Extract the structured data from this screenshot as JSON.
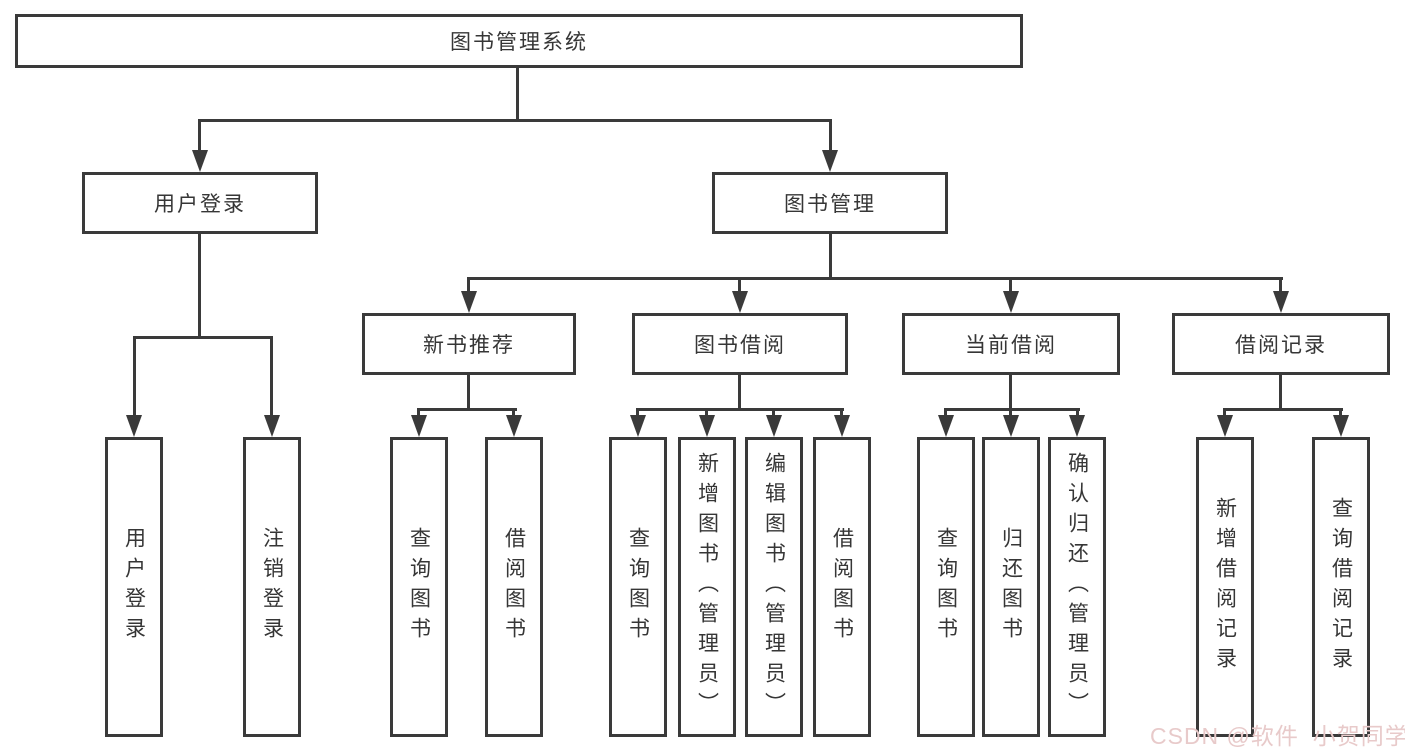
{
  "diagram": {
    "root": {
      "label": "图书管理系统"
    },
    "level2": [
      {
        "label": "用户登录"
      },
      {
        "label": "图书管理"
      }
    ],
    "level3": [
      {
        "label": "新书推荐"
      },
      {
        "label": "图书借阅"
      },
      {
        "label": "当前借阅"
      },
      {
        "label": "借阅记录"
      }
    ],
    "leaves": [
      {
        "label": "用户登录"
      },
      {
        "label": "注销登录"
      },
      {
        "label": "查询图书"
      },
      {
        "label": "借阅图书"
      },
      {
        "label": "查询图书"
      },
      {
        "label": "新增图书（管理员）"
      },
      {
        "label": "编辑图书（管理员）"
      },
      {
        "label": "借阅图书"
      },
      {
        "label": "查询图书"
      },
      {
        "label": "归还图书"
      },
      {
        "label": "确认归还（管理员）"
      },
      {
        "label": "新增借阅记录"
      },
      {
        "label": "查询借阅记录"
      }
    ],
    "line_color": "#3a3a3a",
    "text_color": "#363636"
  },
  "watermark": {
    "text": "CSDN @软件_小贺同学",
    "color": "#e8caca"
  }
}
